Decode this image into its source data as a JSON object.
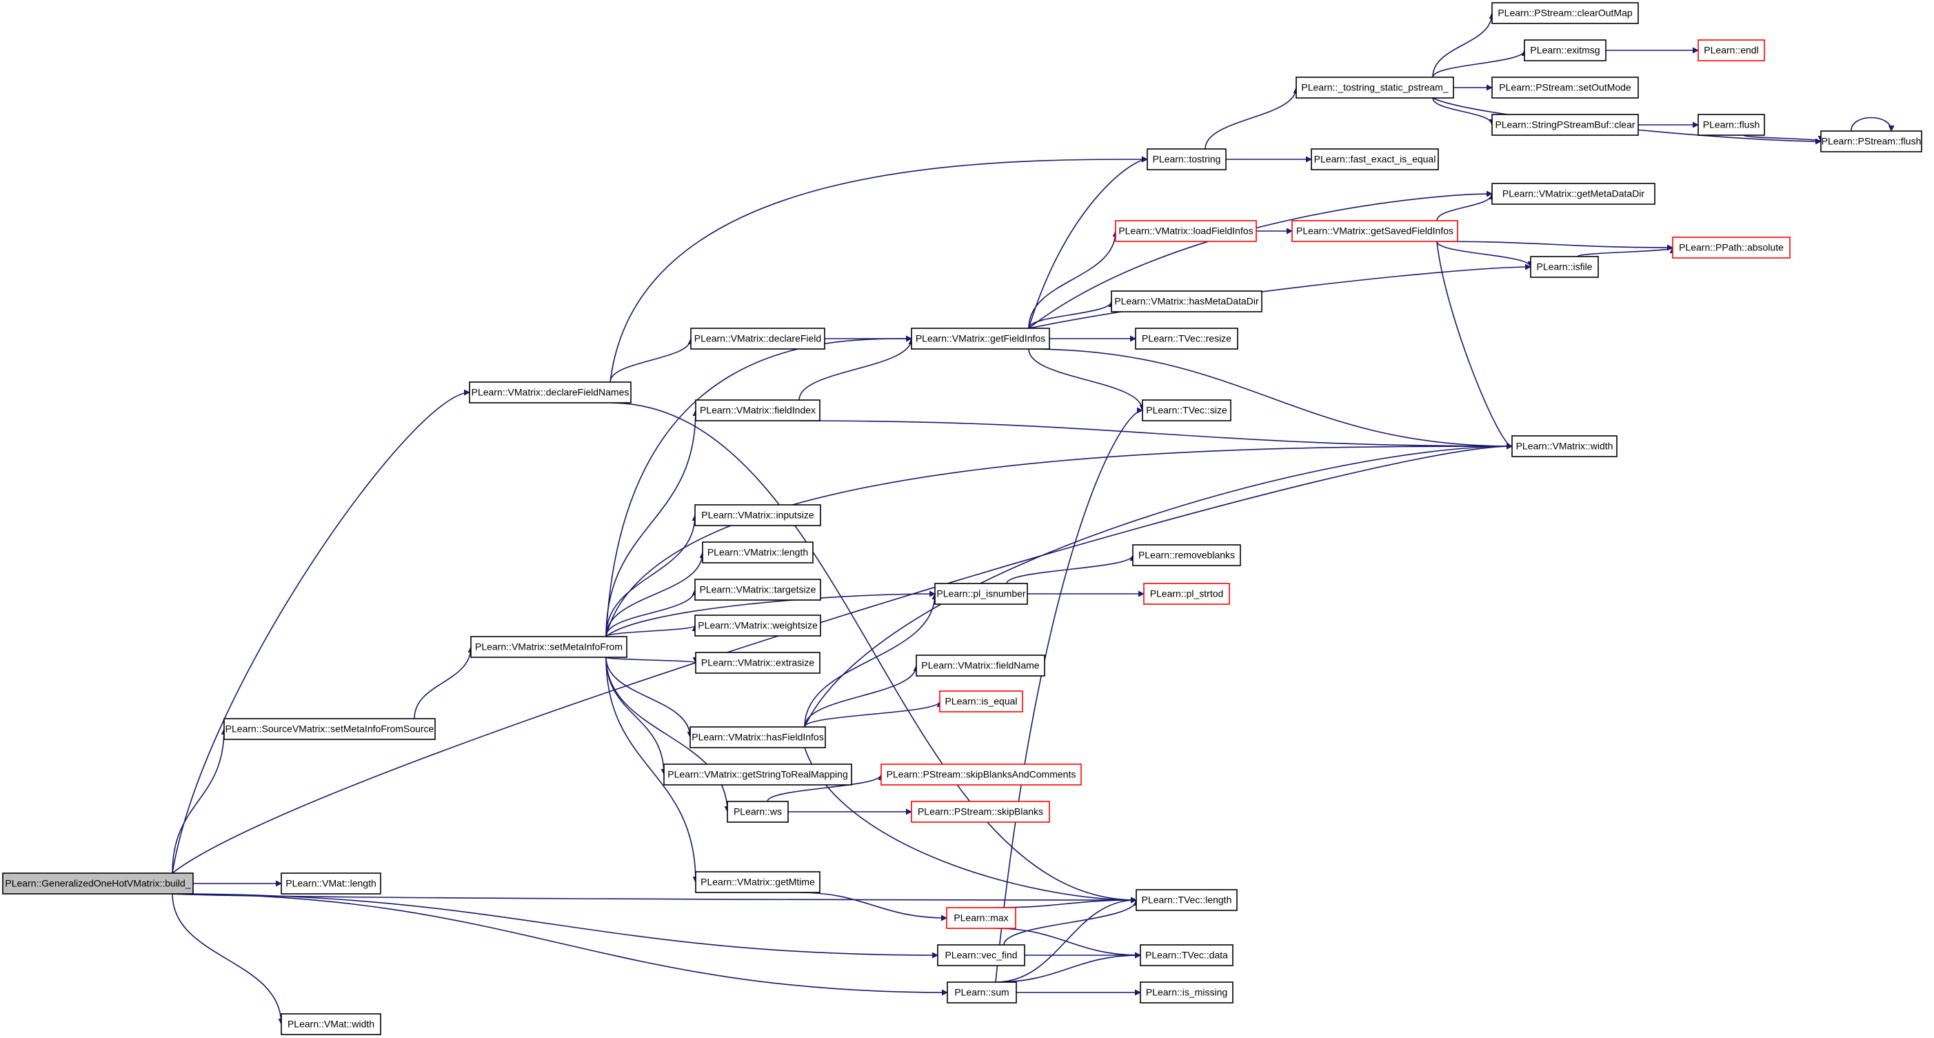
{
  "colors": {
    "edge": "#191970",
    "node_border": "#000000",
    "truncated_border": "#ff0000",
    "root_fill": "#bfbfbf"
  },
  "nodes": [
    {
      "id": "root",
      "label": "PLearn::GeneralizedOneHotVMatrix::build_",
      "root": true
    },
    {
      "id": "vmat_length",
      "label": "PLearn::VMat::length"
    },
    {
      "id": "vmat_width",
      "label": "PLearn::VMat::width"
    },
    {
      "id": "svm_setmeta",
      "label": "PLearn::SourceVMatrix::setMetaInfoFromSource"
    },
    {
      "id": "setmeta",
      "label": "PLearn::VMatrix::setMetaInfoFrom"
    },
    {
      "id": "declarefieldnames",
      "label": "PLearn::VMatrix::declareFieldNames"
    },
    {
      "id": "declarefield",
      "label": "PLearn::VMatrix::declareField"
    },
    {
      "id": "fieldindex",
      "label": "PLearn::VMatrix::fieldIndex"
    },
    {
      "id": "inputsize",
      "label": "PLearn::VMatrix::inputsize"
    },
    {
      "id": "vm_length",
      "label": "PLearn::VMatrix::length"
    },
    {
      "id": "targetsize",
      "label": "PLearn::VMatrix::targetsize"
    },
    {
      "id": "weightsize",
      "label": "PLearn::VMatrix::weightsize"
    },
    {
      "id": "extrasize",
      "label": "PLearn::VMatrix::extrasize"
    },
    {
      "id": "hasfieldinfos",
      "label": "PLearn::VMatrix::hasFieldInfos"
    },
    {
      "id": "getstrmap",
      "label": "PLearn::VMatrix::getStringToRealMapping"
    },
    {
      "id": "ws",
      "label": "PLearn::ws"
    },
    {
      "id": "getmtime",
      "label": "PLearn::VMatrix::getMtime"
    },
    {
      "id": "getfieldinfos",
      "label": "PLearn::VMatrix::getFieldInfos"
    },
    {
      "id": "pl_isnumber",
      "label": "PLearn::pl_isnumber"
    },
    {
      "id": "fieldname",
      "label": "PLearn::VMatrix::fieldName"
    },
    {
      "id": "is_equal",
      "label": "PLearn::is_equal",
      "truncated": true
    },
    {
      "id": "skipbc",
      "label": "PLearn::PStream::skipBlanksAndComments",
      "truncated": true
    },
    {
      "id": "skipblanks",
      "label": "PLearn::PStream::skipBlanks",
      "truncated": true
    },
    {
      "id": "max",
      "label": "PLearn::max",
      "truncated": true
    },
    {
      "id": "vec_find",
      "label": "PLearn::vec_find"
    },
    {
      "id": "sum",
      "label": "PLearn::sum"
    },
    {
      "id": "tostring",
      "label": "PLearn::tostring"
    },
    {
      "id": "loadfieldinfos",
      "label": "PLearn::VMatrix::loadFieldInfos",
      "truncated": true
    },
    {
      "id": "hasmetadatadir",
      "label": "PLearn::VMatrix::hasMetaDataDir"
    },
    {
      "id": "tvec_resize",
      "label": "PLearn::TVec::resize"
    },
    {
      "id": "tvec_size",
      "label": "PLearn::TVec::size"
    },
    {
      "id": "removeblanks",
      "label": "PLearn::removeblanks"
    },
    {
      "id": "pl_strtod",
      "label": "PLearn::pl_strtod",
      "truncated": true
    },
    {
      "id": "tvec_length",
      "label": "PLearn::TVec::length"
    },
    {
      "id": "tvec_data",
      "label": "PLearn::TVec::data"
    },
    {
      "id": "is_missing",
      "label": "PLearn::is_missing"
    },
    {
      "id": "tostring_static",
      "label": "PLearn::_tostring_static_pstream_"
    },
    {
      "id": "fast_exact",
      "label": "PLearn::fast_exact_is_equal"
    },
    {
      "id": "getsavedfieldinfos",
      "label": "PLearn::VMatrix::getSavedFieldInfos",
      "truncated": true
    },
    {
      "id": "clearoutmap",
      "label": "PLearn::PStream::clearOutMap"
    },
    {
      "id": "exitmsg",
      "label": "PLearn::exitmsg"
    },
    {
      "id": "setoutmode",
      "label": "PLearn::PStream::setOutMode"
    },
    {
      "id": "spsb_clear",
      "label": "PLearn::StringPStreamBuf::clear"
    },
    {
      "id": "getmetadatadir",
      "label": "PLearn::VMatrix::getMetaDataDir"
    },
    {
      "id": "isfile",
      "label": "PLearn::isfile"
    },
    {
      "id": "endl",
      "label": "PLearn::endl",
      "truncated": true
    },
    {
      "id": "flush",
      "label": "PLearn::flush"
    },
    {
      "id": "ppath_absolute",
      "label": "PLearn::PPath::absolute",
      "truncated": true
    },
    {
      "id": "pstream_flush",
      "label": "PLearn::PStream::flush"
    },
    {
      "id": "vmatrix_width",
      "label": "PLearn::VMatrix::width"
    }
  ],
  "edges": [
    [
      "root",
      "vmat_length"
    ],
    [
      "root",
      "vmat_width"
    ],
    [
      "root",
      "svm_setmeta"
    ],
    [
      "root",
      "declarefieldnames"
    ],
    [
      "root",
      "tvec_length"
    ],
    [
      "root",
      "vec_find"
    ],
    [
      "root",
      "sum"
    ],
    [
      "root",
      "vmatrix_width"
    ],
    [
      "svm_setmeta",
      "setmeta"
    ],
    [
      "setmeta",
      "getfieldinfos"
    ],
    [
      "setmeta",
      "fieldindex"
    ],
    [
      "setmeta",
      "inputsize"
    ],
    [
      "setmeta",
      "vm_length"
    ],
    [
      "setmeta",
      "targetsize"
    ],
    [
      "setmeta",
      "weightsize"
    ],
    [
      "setmeta",
      "extrasize"
    ],
    [
      "setmeta",
      "hasfieldinfos"
    ],
    [
      "setmeta",
      "getstrmap"
    ],
    [
      "setmeta",
      "ws"
    ],
    [
      "setmeta",
      "getmtime"
    ],
    [
      "setmeta",
      "pl_isnumber"
    ],
    [
      "setmeta",
      "vmatrix_width"
    ],
    [
      "declarefieldnames",
      "declarefield"
    ],
    [
      "declarefieldnames",
      "tostring"
    ],
    [
      "declarefieldnames",
      "tvec_length"
    ],
    [
      "declarefield",
      "getfieldinfos"
    ],
    [
      "fieldindex",
      "getfieldinfos"
    ],
    [
      "fieldindex",
      "vmatrix_width"
    ],
    [
      "hasfieldinfos",
      "pl_isnumber"
    ],
    [
      "hasfieldinfos",
      "fieldname"
    ],
    [
      "hasfieldinfos",
      "is_equal"
    ],
    [
      "hasfieldinfos",
      "tvec_length"
    ],
    [
      "hasfieldinfos",
      "vmatrix_width"
    ],
    [
      "ws",
      "skipbc"
    ],
    [
      "ws",
      "skipblanks"
    ],
    [
      "getmtime",
      "max"
    ],
    [
      "max",
      "tvec_length"
    ],
    [
      "max",
      "tvec_data"
    ],
    [
      "vec_find",
      "tvec_length"
    ],
    [
      "vec_find",
      "tvec_data"
    ],
    [
      "sum",
      "tvec_size"
    ],
    [
      "sum",
      "tvec_length"
    ],
    [
      "sum",
      "tvec_data"
    ],
    [
      "sum",
      "is_missing"
    ],
    [
      "pl_isnumber",
      "removeblanks"
    ],
    [
      "pl_isnumber",
      "pl_strtod"
    ],
    [
      "getfieldinfos",
      "tostring"
    ],
    [
      "getfieldinfos",
      "loadfieldinfos"
    ],
    [
      "getfieldinfos",
      "hasmetadatadir"
    ],
    [
      "getfieldinfos",
      "tvec_resize"
    ],
    [
      "getfieldinfos",
      "tvec_size"
    ],
    [
      "getfieldinfos",
      "getmetadatadir"
    ],
    [
      "getfieldinfos",
      "isfile"
    ],
    [
      "getfieldinfos",
      "vmatrix_width"
    ],
    [
      "tostring",
      "tostring_static"
    ],
    [
      "tostring",
      "fast_exact"
    ],
    [
      "loadfieldinfos",
      "getsavedfieldinfos"
    ],
    [
      "getsavedfieldinfos",
      "getmetadatadir"
    ],
    [
      "getsavedfieldinfos",
      "isfile"
    ],
    [
      "getsavedfieldinfos",
      "ppath_absolute"
    ],
    [
      "getsavedfieldinfos",
      "vmatrix_width"
    ],
    [
      "tostring_static",
      "clearoutmap"
    ],
    [
      "tostring_static",
      "exitmsg"
    ],
    [
      "tostring_static",
      "setoutmode"
    ],
    [
      "tostring_static",
      "spsb_clear"
    ],
    [
      "tostring_static",
      "pstream_flush"
    ],
    [
      "exitmsg",
      "endl"
    ],
    [
      "spsb_clear",
      "flush"
    ],
    [
      "flush",
      "pstream_flush"
    ],
    [
      "isfile",
      "ppath_absolute"
    ],
    [
      "pstream_flush",
      "pstream_flush"
    ]
  ]
}
